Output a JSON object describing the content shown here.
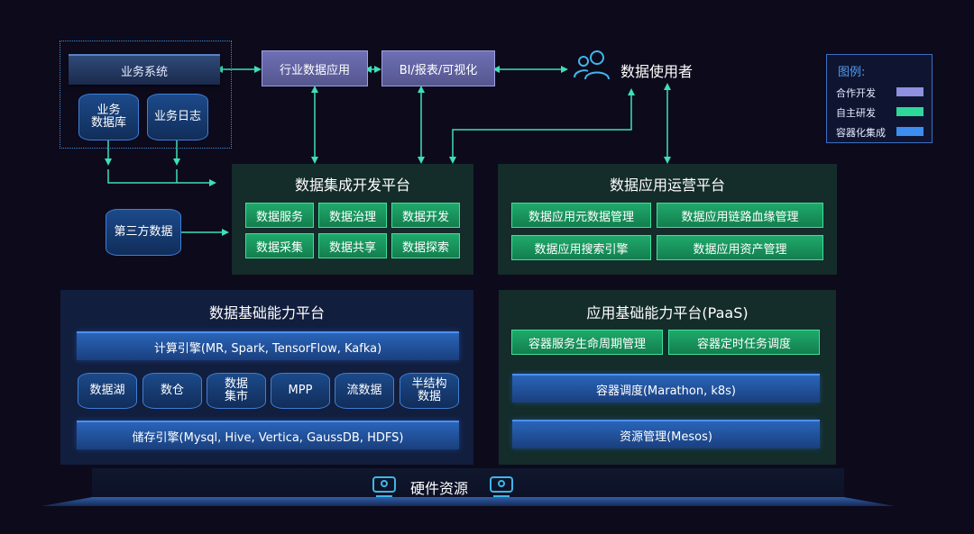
{
  "sources": {
    "business_system": "业务系统",
    "business_db": "业务\n数据库",
    "business_log": "业务日志",
    "third_party": "第三方数据"
  },
  "apps": {
    "industry_app": "行业数据应用",
    "bi": "BI/报表/可视化"
  },
  "data_user": "数据使用者",
  "legend": {
    "title": "图例:",
    "items": [
      {
        "label": "合作开发",
        "color": "#8f90e0"
      },
      {
        "label": "自主研发",
        "color": "#2fd79a"
      },
      {
        "label": "容器化集成",
        "color": "#3c8ef0"
      }
    ]
  },
  "integration_platform": {
    "title": "数据集成开发平台",
    "items": [
      "数据服务",
      "数据治理",
      "数据开发",
      "数据采集",
      "数据共享",
      "数据探索"
    ]
  },
  "ops_platform": {
    "title": "数据应用运营平台",
    "items": [
      "数据应用元数据管理",
      "数据应用链路血缘管理",
      "数据应用搜索引擎",
      "数据应用资产管理"
    ]
  },
  "data_foundation": {
    "title": "数据基础能力平台",
    "compute": "计算引擎(MR, Spark, TensorFlow, Kafka)",
    "stores": [
      "数据湖",
      "数仓",
      "数据\n集市",
      "MPP",
      "流数据",
      "半结构\n数据"
    ],
    "storage": "储存引擎(Mysql, Hive, Vertica, GaussDB, HDFS)"
  },
  "app_foundation": {
    "title": "应用基础能力平台(PaaS)",
    "items": [
      "容器服务生命周期管理",
      "容器定时任务调度"
    ],
    "scheduling": "容器调度(Marathon, k8s)",
    "resources": "资源管理(Mesos)"
  },
  "hardware": "硬件资源",
  "colors": {
    "background": "#0d0a1c",
    "green_panel": "#142c2a",
    "blue_panel": "#121e3e",
    "arrow": "#3fe0b4"
  }
}
